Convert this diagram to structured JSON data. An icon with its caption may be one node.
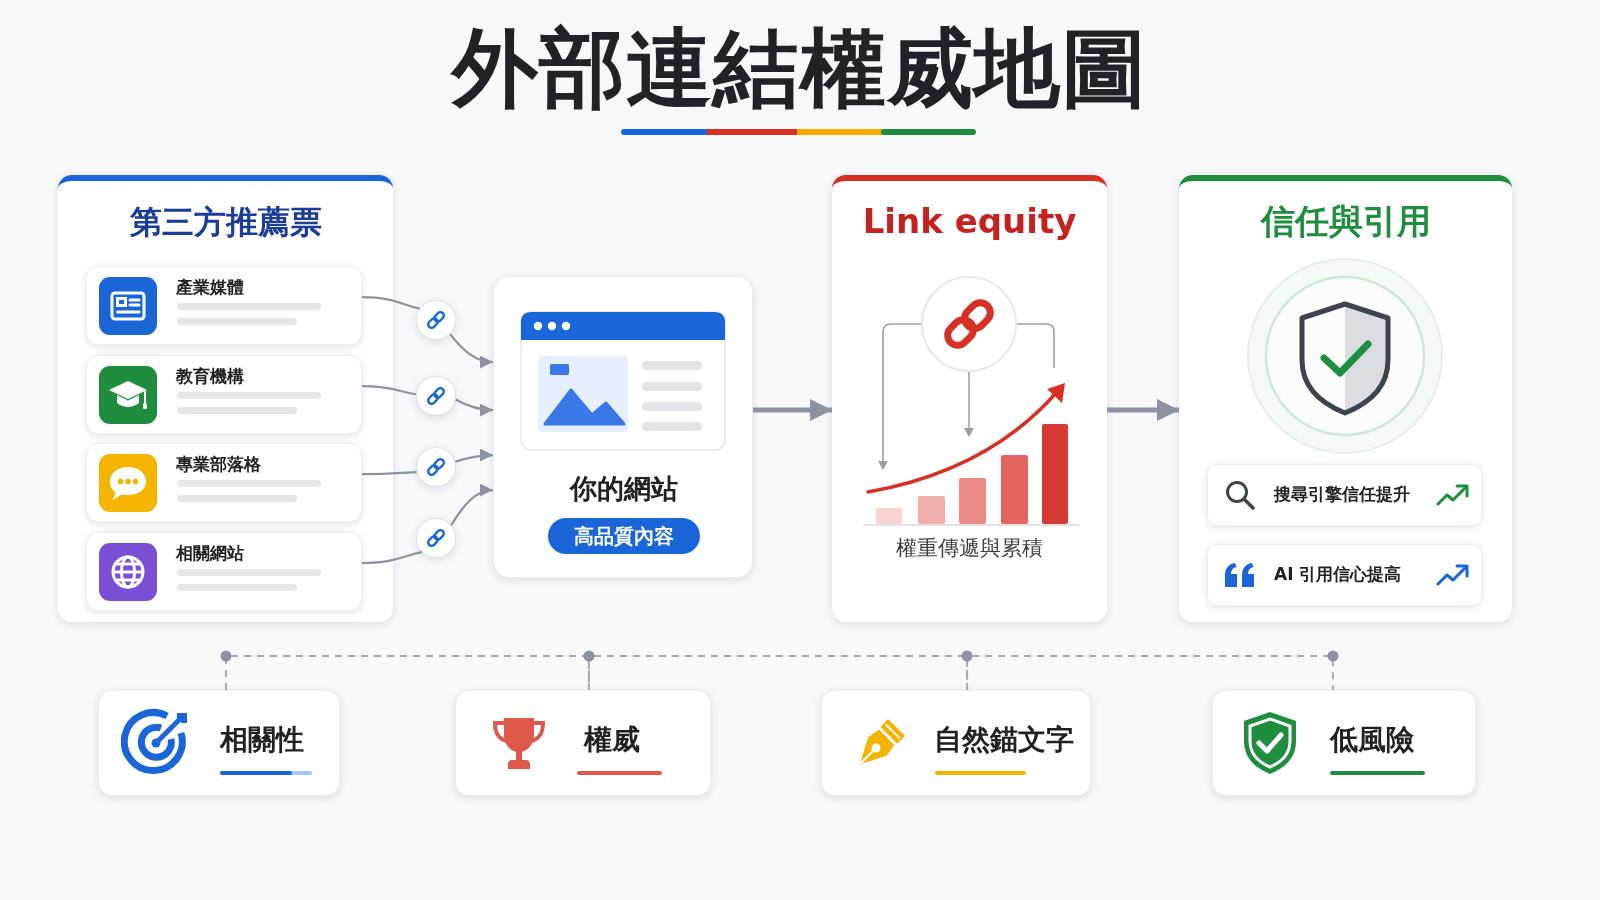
{
  "diagram": {
    "title": "外部連結權威地圖",
    "nodes": [
      {
        "text": [
          "第三方推薦票"
        ]
      },
      {
        "text": [
          "產業媒體"
        ],
        "in": 0
      },
      {
        "text": [
          "教育機構"
        ],
        "in": 0
      },
      {
        "text": [
          "專業部落格"
        ],
        "in": 0
      },
      {
        "text": [
          "相關網站"
        ],
        "in": 0
      },
      {
        "text": [],
        "shape": "circle"
      },
      {
        "text": [],
        "shape": "circle"
      },
      {
        "text": [],
        "shape": "circle"
      },
      {
        "text": [],
        "shape": "circle"
      },
      {
        "text": [
          "你的網站"
        ]
      },
      {
        "text": [
          "高品質內容"
        ],
        "in": 9
      },
      {
        "text": [
          "Link equity",
          "權重傳遞與累積"
        ]
      },
      {
        "text": [
          "信任與引用"
        ]
      },
      {
        "text": [
          "搜尋引擎信任提升"
        ],
        "in": 12
      },
      {
        "text": [
          "AI 引用信心提高"
        ],
        "in": 12
      },
      {
        "text": [
          "相關性"
        ]
      },
      {
        "text": [
          "權威"
        ]
      },
      {
        "text": [
          "自然錨文字"
        ]
      },
      {
        "text": [
          "低風險"
        ]
      }
    ],
    "edges": [
      {
        "from": 1,
        "to": 5,
        "arrow": "none"
      },
      {
        "from": 5,
        "to": 9,
        "arrow": "to"
      },
      {
        "from": 2,
        "to": 6,
        "arrow": "none"
      },
      {
        "from": 6,
        "to": 9,
        "arrow": "to"
      },
      {
        "from": 3,
        "to": 7,
        "arrow": "none"
      },
      {
        "from": 7,
        "to": 9,
        "arrow": "to"
      },
      {
        "from": 4,
        "to": 8,
        "arrow": "none"
      },
      {
        "from": 8,
        "to": 9,
        "arrow": "to"
      },
      {
        "from": 9,
        "to": 11,
        "arrow": "to",
        "style": "thick"
      },
      {
        "from": 11,
        "to": 12,
        "arrow": "to",
        "style": "thick"
      },
      {
        "from": 15,
        "to": 16,
        "arrow": "none",
        "style": "dashed"
      },
      {
        "from": 16,
        "to": 17,
        "arrow": "none",
        "style": "dashed"
      },
      {
        "from": 17,
        "to": 18,
        "arrow": "none",
        "style": "dashed"
      }
    ]
  }
}
